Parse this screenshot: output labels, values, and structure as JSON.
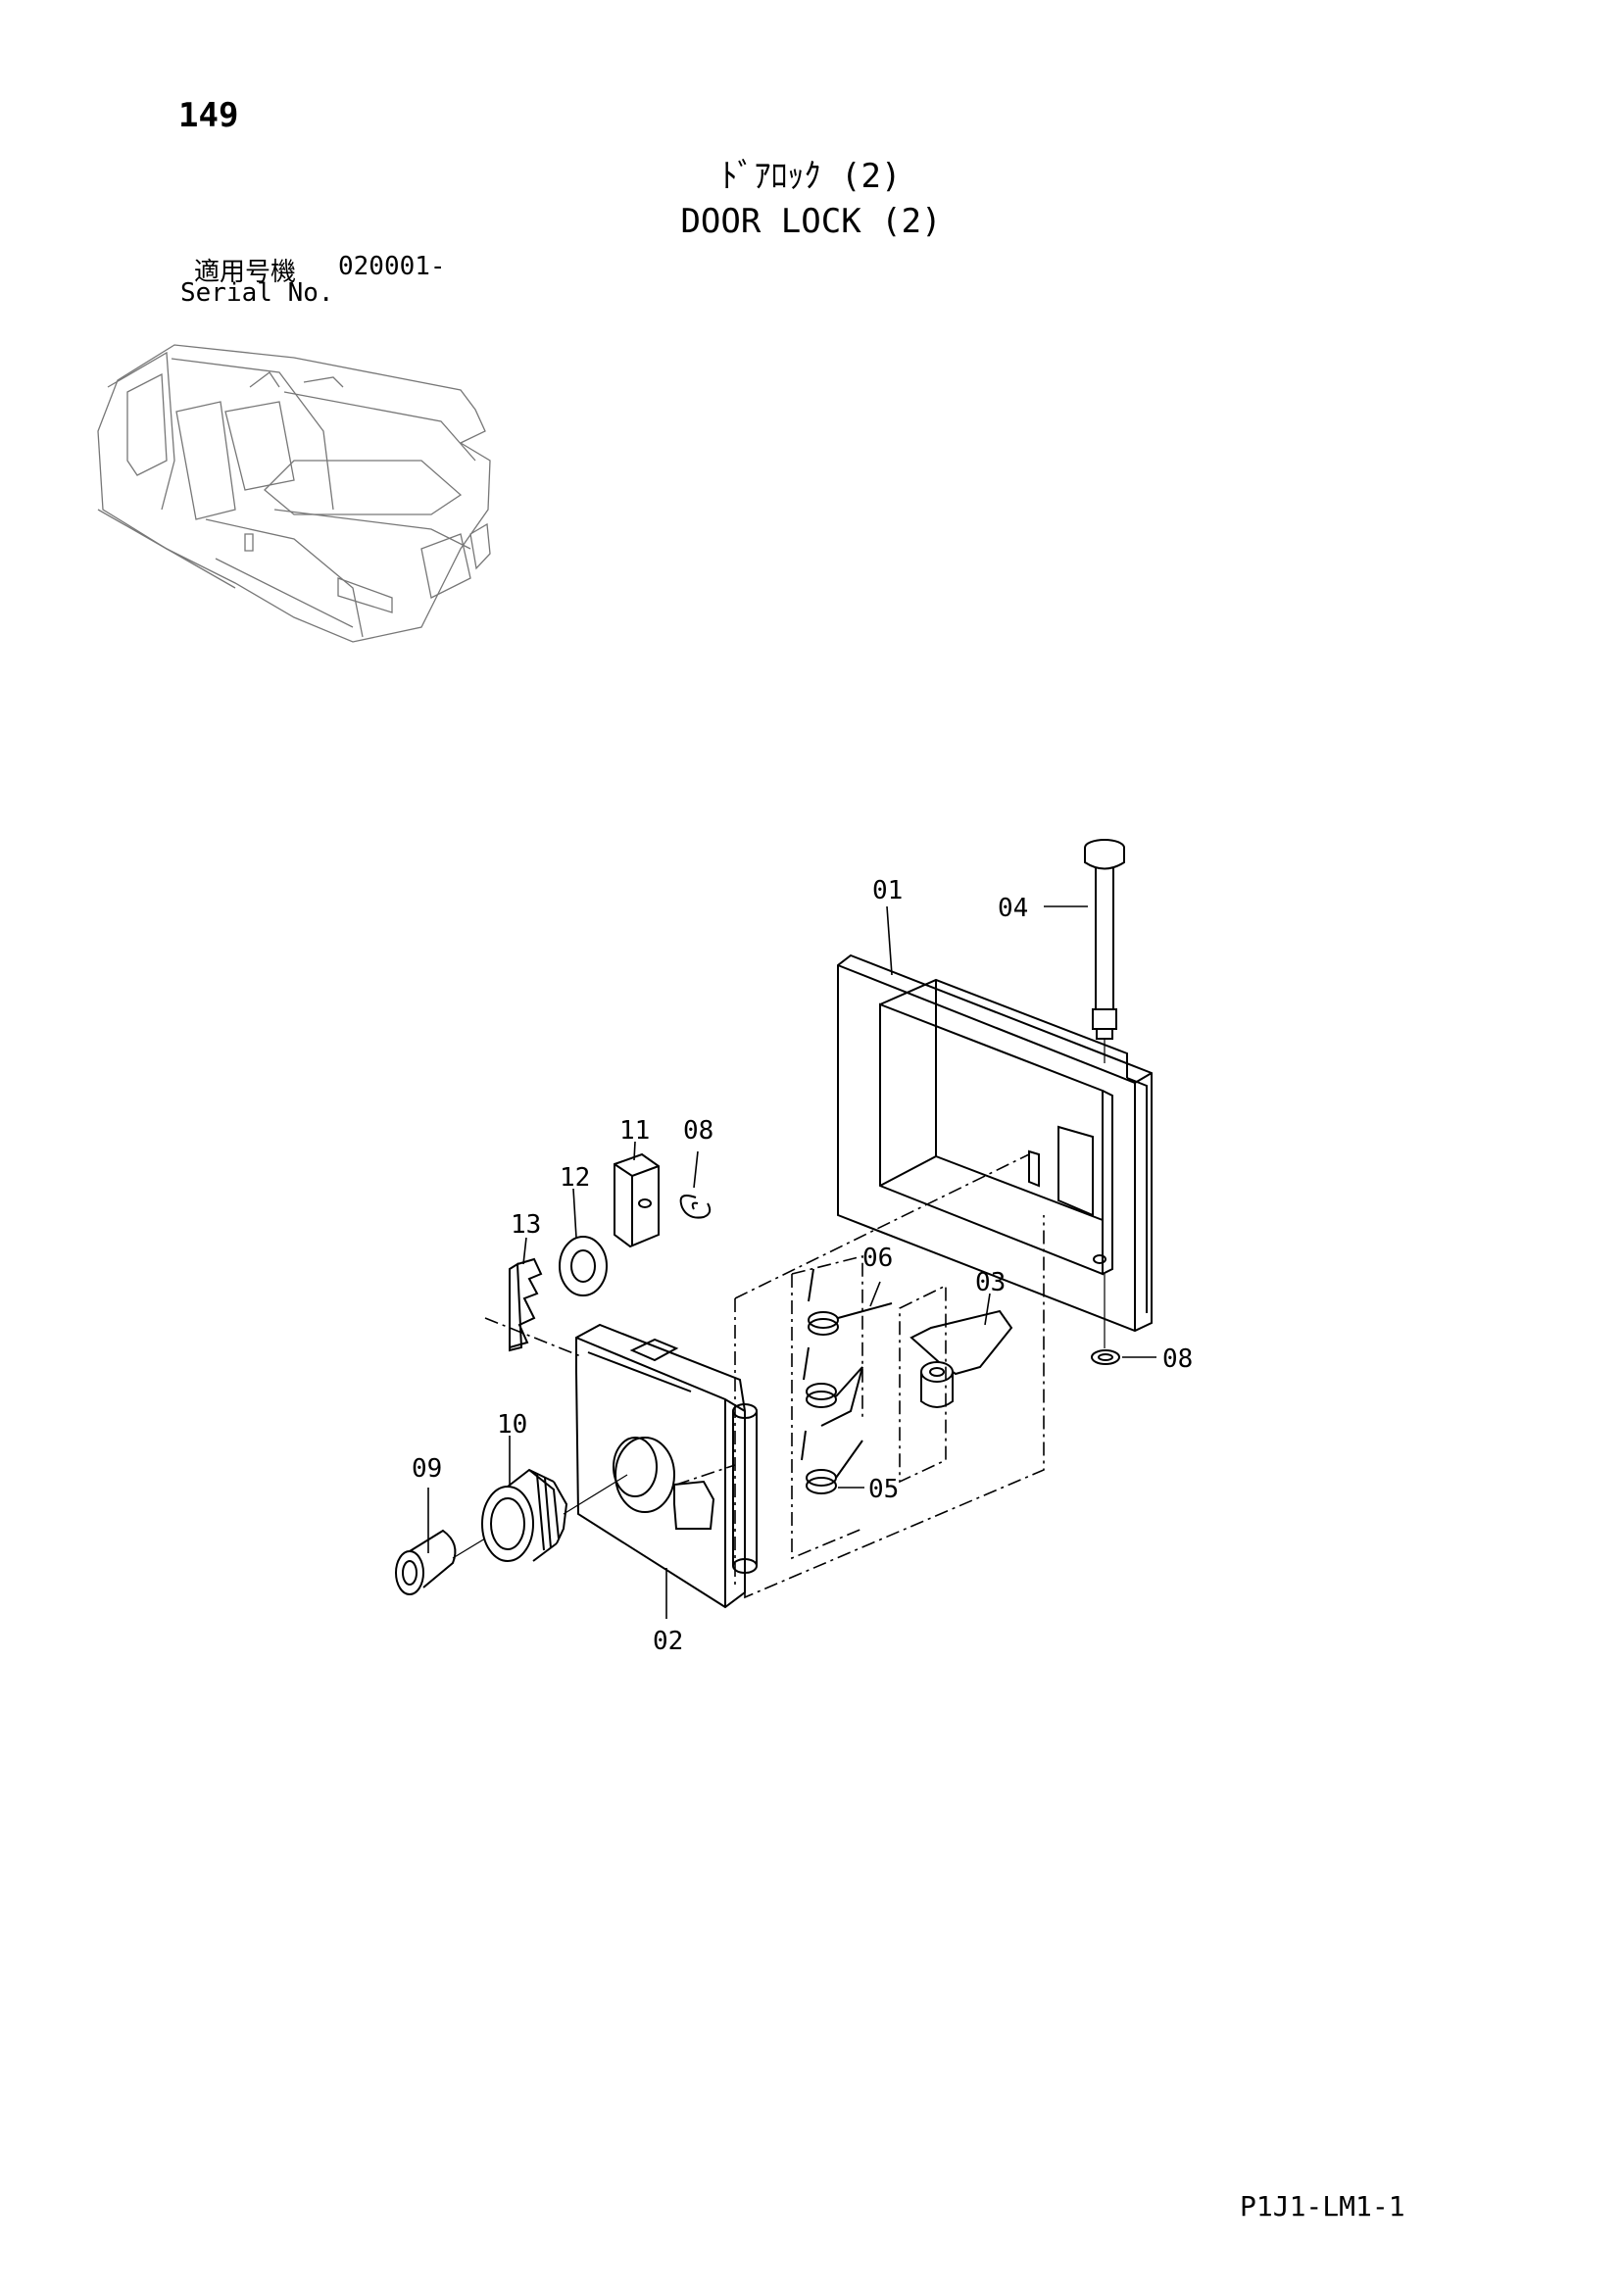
{
  "header": {
    "page_number": "149",
    "title_jp": "ﾄﾞｱﾛｯｸ (2)",
    "title_en": "DOOR LOCK (2)",
    "serial_label_jp": "適用号機",
    "serial_value": "020001-",
    "serial_label_en": "Serial No."
  },
  "callouts": [
    {
      "id": "c01",
      "label": "01"
    },
    {
      "id": "c02",
      "label": "02"
    },
    {
      "id": "c03",
      "label": "03"
    },
    {
      "id": "c04",
      "label": "04"
    },
    {
      "id": "c05",
      "label": "05"
    },
    {
      "id": "c06",
      "label": "06"
    },
    {
      "id": "c08a",
      "label": "08"
    },
    {
      "id": "c08b",
      "label": "08"
    },
    {
      "id": "c09",
      "label": "09"
    },
    {
      "id": "c10",
      "label": "10"
    },
    {
      "id": "c11",
      "label": "11"
    },
    {
      "id": "c12",
      "label": "12"
    },
    {
      "id": "c13",
      "label": "13"
    }
  ],
  "footer": {
    "doc_code": "P1J1-LM1-1"
  }
}
